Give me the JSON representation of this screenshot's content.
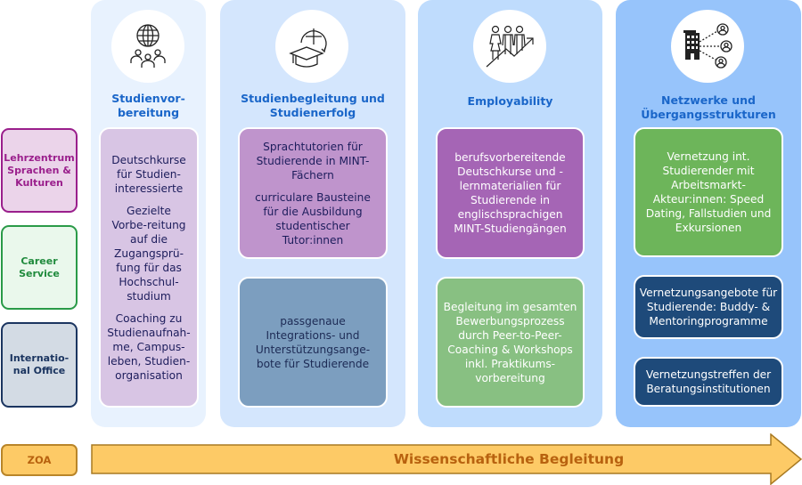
{
  "columns": [
    {
      "title": "Studienvor-\nbereitung",
      "icon": "globe-people-icon",
      "cards": [
        {
          "paragraphs": [
            "Deutschkurse für Studien-interessierte",
            "Gezielte Vorbe-reitung auf die Zugangsprü-fung für das Hochschul-studium",
            "Coaching zu Studienaufnah-me, Campus-leben, Studien-organisation"
          ]
        }
      ]
    },
    {
      "title": "Studienbegleitung und Studienerfolg",
      "icon": "graduation-cap-plus-icon",
      "cards": [
        {
          "paragraphs": [
            "Sprachtutorien für Studierende in MINT-Fächern",
            "curriculare Bausteine für die Ausbildung studentischer Tutor:innen"
          ]
        },
        {
          "paragraphs": [
            "passgenaue Integrations- und Unterstützungsange-bote für Studierende"
          ]
        }
      ]
    },
    {
      "title": "Employability",
      "icon": "people-growth-arrow-icon",
      "cards": [
        {
          "paragraphs": [
            "berufsvorbereitende Deutschkurse und -lernmaterialien für Studierende in englischsprachigen MINT-Studiengängen"
          ]
        },
        {
          "paragraphs": [
            "Begleitung im gesamten Bewerbungsprozess durch Peer-to-Peer-Coaching & Workshops inkl. Praktikums-vorbereitung"
          ]
        }
      ]
    },
    {
      "title": "Netzwerke und Übergangsstrukturen",
      "icon": "building-network-icon",
      "cards": [
        {
          "paragraphs": [
            "Vernetzung int. Studierender mit Arbeitsmarkt-Akteur:innen: Speed Dating, Fallstudien und Exkursionen"
          ]
        },
        {
          "paragraphs": [
            "Vernetzungsangebote für Studierende: Buddy- & Mentoringprogramme"
          ]
        },
        {
          "paragraphs": [
            "Vernetzungstreffen der Beratungsinstitutionen"
          ]
        }
      ]
    }
  ],
  "institutions": [
    {
      "label": "Lehrzentrum Sprachen & Kulturen",
      "color": "#9a1f8c"
    },
    {
      "label": "Career Service",
      "color": "#1f8a3c"
    },
    {
      "label": "Internatio-nal Office",
      "color": "#1b3560"
    }
  ],
  "footer": {
    "zoa_label": "ZOA",
    "arrow_label": "Wissenschaftliche Begleitung"
  },
  "colors": {
    "title_blue": "#1a66c9",
    "arrow_fill": "#fdca66",
    "arrow_text": "#b8620f"
  }
}
